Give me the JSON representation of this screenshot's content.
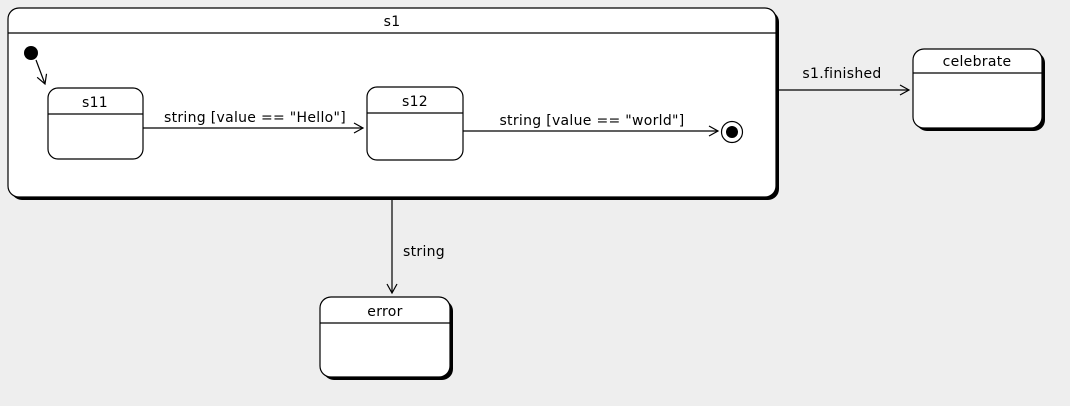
{
  "colors": {
    "background": "#eeeeee",
    "state_fill": "#ffffff",
    "stroke": "#000000",
    "shadow": "#000000"
  },
  "states": {
    "s1": {
      "label": "s1"
    },
    "s11": {
      "label": "s11"
    },
    "s12": {
      "label": "s12"
    },
    "celebrate": {
      "label": "celebrate"
    },
    "error": {
      "label": "error"
    }
  },
  "transitions": {
    "s11_to_s12": {
      "label": "string [value == \"Hello\"]"
    },
    "s12_to_final": {
      "label": "string [value == \"world\"]"
    },
    "s1_to_celebrate": {
      "label": "s1.finished"
    },
    "s1_to_error": {
      "label": "string"
    }
  }
}
